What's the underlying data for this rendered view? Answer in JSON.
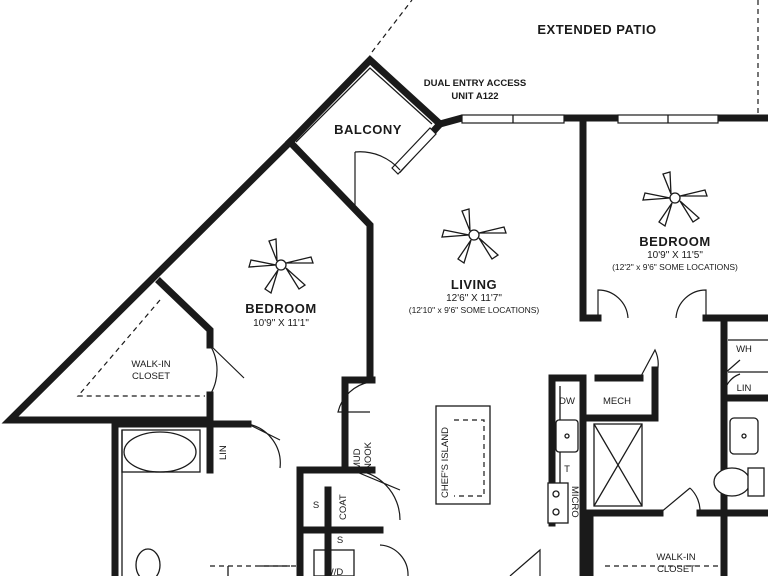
{
  "plan": {
    "extended_patio": "EXTENDED PATIO",
    "entry_note_line1": "DUAL ENTRY ACCESS",
    "entry_note_line2": "UNIT A122",
    "balcony": "BALCONY",
    "living": {
      "name": "LIVING",
      "size": "12'6\" X 11'7\"",
      "alt": "(12'10\" x 9'6\" SOME LOCATIONS)"
    },
    "bedroom_left": {
      "name": "BEDROOM",
      "size": "10'9\" X 11'1\""
    },
    "bedroom_right": {
      "name": "BEDROOM",
      "size": "10'9\" X 11'5\"",
      "alt": "(12'2\" x 9'6\" SOME LOCATIONS)"
    },
    "walk_in_closet_left_line1": "WALK-IN",
    "walk_in_closet_left_line2": "CLOSET",
    "walk_in_closet_right_line1": "WALK-IN",
    "walk_in_closet_right_line2": "CLOSET",
    "chefs_island": "CHEF'S ISLAND",
    "mud_nook_line1": "MUD",
    "mud_nook_line2": "NOOK",
    "coat": "COAT",
    "linen_left": "LIN",
    "linen_right": "LIN",
    "shelf_1": "S",
    "shelf_2": "S",
    "washer_dryer": "W/D",
    "dishwasher": "DW",
    "mech": "MECH",
    "water_heater": "WH",
    "trash": "T",
    "micro": "MICRO"
  }
}
